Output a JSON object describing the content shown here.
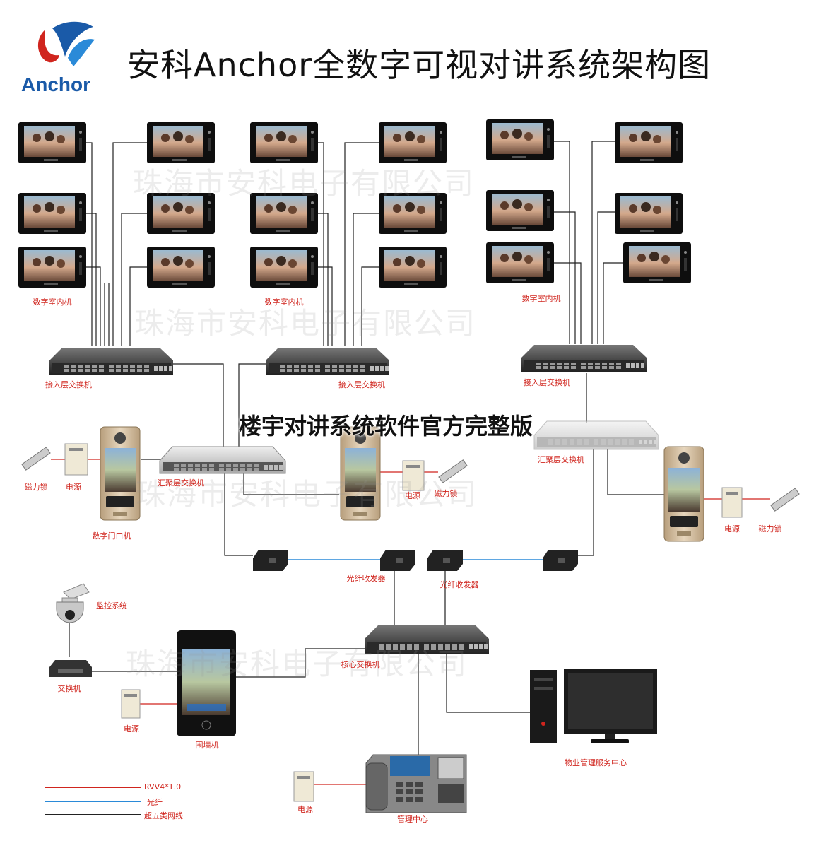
{
  "header": {
    "title": "安科Anchor全数字可视对讲系统架构图",
    "logo_text": "Anchor"
  },
  "overlay_text": "楼宇对讲系统软件官方完整版",
  "watermark": "珠海市安科电子有限公司",
  "labels": {
    "indoor_1": "数字室内机",
    "indoor_2": "数字室内机",
    "indoor_3": "数字室内机",
    "access_switch_1": "接入层交换机",
    "access_switch_2": "接入层交换机",
    "access_switch_3": "接入层交换机",
    "agg_switch_1": "汇聚层交换机",
    "agg_switch_2": "汇聚层交换机",
    "mag_lock_1": "磁力锁",
    "mag_lock_2": "磁力锁",
    "mag_lock_3": "磁力锁",
    "power_1": "电源",
    "power_2": "电源",
    "power_3": "电源",
    "power_4": "电源",
    "power_5": "电源",
    "door_station": "数字门口机",
    "fiber_1": "光纤收发器",
    "fiber_2": "光纤收发器",
    "monitoring": "监控系统",
    "small_switch": "交换机",
    "core_switch": "核心交换机",
    "fence_unit": "围墙机",
    "mgmt_center": "管理中心",
    "property_center": "物业管理服务中心"
  },
  "legend": {
    "rvv": "RVV4*1.0",
    "fiber": "光纤",
    "cat5": "超五类网线"
  },
  "colors": {
    "power_line": "#d0251e",
    "fiber_line": "#2a8ad8",
    "network_line": "#222222",
    "label": "#d0251e",
    "logo": "#1a5aa8"
  }
}
